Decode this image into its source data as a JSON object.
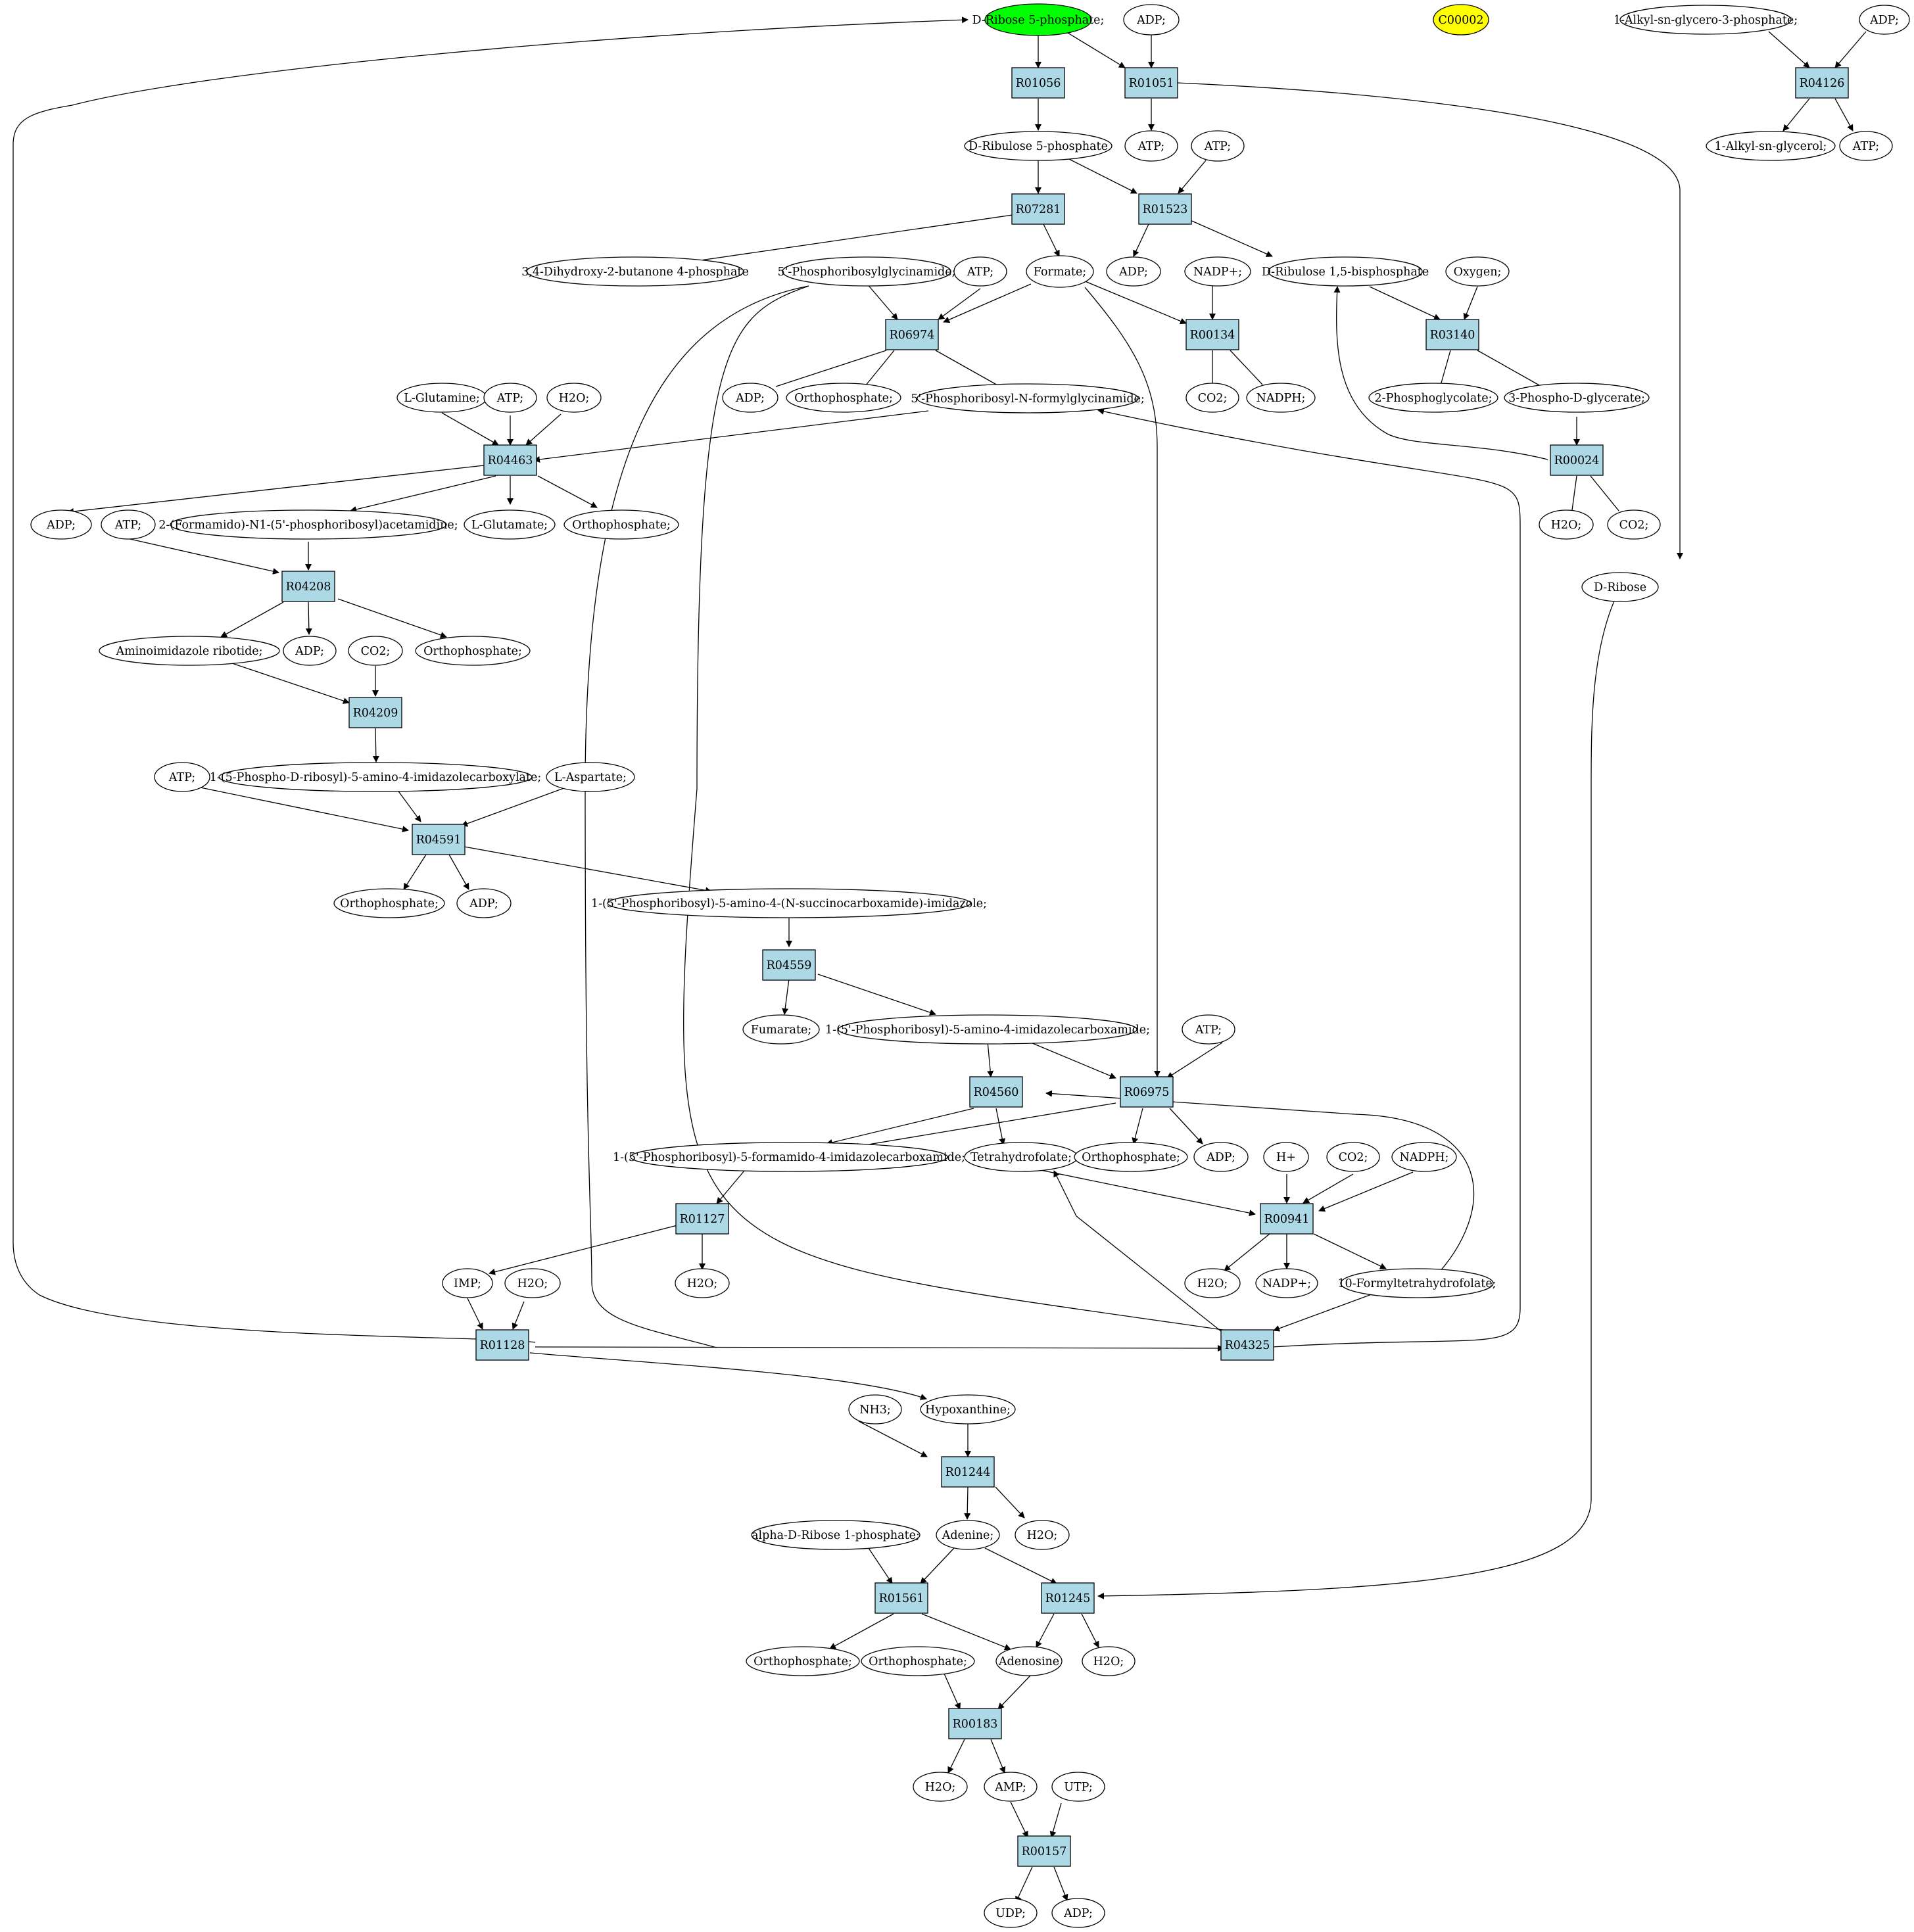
{
  "colors": {
    "reaction_fill": "#add8e6",
    "compound_fill": "#ffffff",
    "highlight_source": "#00ff00",
    "highlight_target": "#ffff00",
    "stroke": "#000000"
  },
  "compounds": {
    "c1": "D-Ribose 5-phosphate;",
    "c2": "ADP;",
    "c3": "C00002",
    "c4": "1-Alkyl-sn-glycero-3-phosphate;",
    "c5": "ADP;",
    "c6": "D-Ribulose 5-phosphate",
    "c7": "ATP;",
    "c8": "ATP;",
    "c9": "1-Alkyl-sn-glycerol;",
    "c10": "ATP;",
    "c11": "3,4-Dihydroxy-2-butanone 4-phosphate",
    "c12": "5'-Phosphoribosylglycinamide;",
    "c13": "ATP;",
    "c14": "Formate;",
    "c15": "ADP;",
    "c16": "NADP+;",
    "c17": "D-Ribulose 1,5-bisphosphate",
    "c18": "Oxygen;",
    "c19": "ADP;",
    "c20": "Orthophosphate;",
    "c21": "5'-Phosphoribosyl-N-formylglycinamide;",
    "c22": "CO2;",
    "c23": "NADPH;",
    "c24": "2-Phosphoglycolate;",
    "c25": "3-Phospho-D-glycerate;",
    "c26": "L-Glutamine;",
    "c27": "ATP;",
    "c28": "H2O;",
    "c29": "ADP;",
    "c30": "ATP;",
    "c31": "2-(Formamido)-N1-(5'-phosphoribosyl)acetamidine;",
    "c32": "L-Glutamate;",
    "c33": "Orthophosphate;",
    "c34": "H2O;",
    "c35": "CO2;",
    "c36": "D-Ribose",
    "c37": "Aminoimidazole ribotide;",
    "c38": "ADP;",
    "c39": "CO2;",
    "c40": "Orthophosphate;",
    "c41": "ATP;",
    "c42": "1-(5-Phospho-D-ribosyl)-5-amino-4-imidazolecarboxylate;",
    "c43": "L-Aspartate;",
    "c44": "Orthophosphate;",
    "c45": "ADP;",
    "c46": "1-(5'-Phosphoribosyl)-5-amino-4-(N-succinocarboxamide)-imidazole;",
    "c47": "Fumarate;",
    "c48": "1-(5'-Phosphoribosyl)-5-amino-4-imidazolecarboxamide;",
    "c49": "ATP;",
    "c50": "1-(5'-Phosphoribosyl)-5-formamido-4-imidazolecarboxamide;",
    "c51": "Tetrahydrofolate;",
    "c52": "Orthophosphate;",
    "c53": "ADP;",
    "c54": "H+",
    "c55": "CO2;",
    "c56": "NADPH;",
    "c57": "IMP;",
    "c58": "H2O;",
    "c59": "H2O;",
    "c60": "H2O;",
    "c61": "NADP+;",
    "c62": "10-Formyltetrahydrofolate;",
    "c63": "NH3;",
    "c64": "Hypoxanthine;",
    "c65": "alpha-D-Ribose 1-phosphate;",
    "c66": "Adenine;",
    "c67": "H2O;",
    "c68": "Orthophosphate;",
    "c69": "Orthophosphate;",
    "c70": "Adenosine",
    "c71": "H2O;",
    "c72": "H2O;",
    "c73": "AMP;",
    "c74": "UTP;",
    "c75": "UDP;",
    "c76": "ADP;"
  },
  "reactions": {
    "r01056": "R01056",
    "r01051": "R01051",
    "r04126": "R04126",
    "r07281": "R07281",
    "r01523": "R01523",
    "r06974": "R06974",
    "r00134": "R00134",
    "r03140": "R03140",
    "r04463": "R04463",
    "r00024": "R00024",
    "r04208": "R04208",
    "r04209": "R04209",
    "r04591": "R04591",
    "r04559": "R04559",
    "r04560": "R04560",
    "r06975": "R06975",
    "r01127": "R01127",
    "r00941": "R00941",
    "r01128": "R01128",
    "r04325": "R04325",
    "r01244": "R01244",
    "r01561": "R01561",
    "r01245": "R01245",
    "r00183": "R00183",
    "r00157": "R00157"
  }
}
